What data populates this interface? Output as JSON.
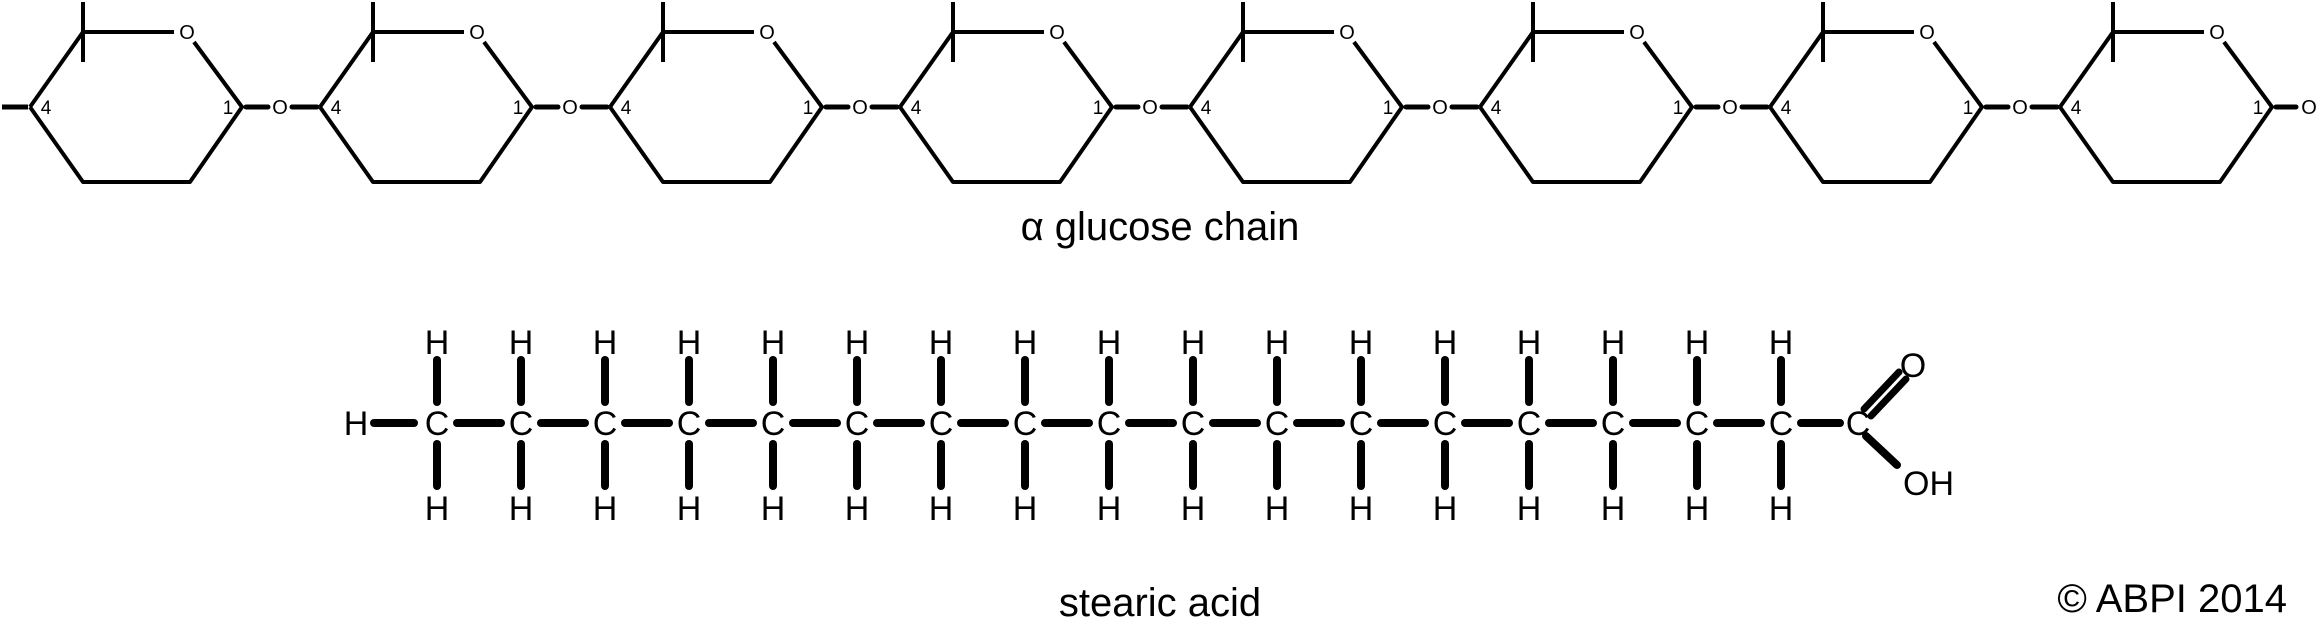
{
  "style": {
    "ink": "#000000",
    "background": "#ffffff"
  },
  "glucose_chain": {
    "caption": "α glucose chain",
    "ring_count": 8,
    "ring_labels": {
      "carbon_4": "4",
      "carbon_1": "1",
      "ring_oxygen": "O"
    },
    "glycosidic_oxygen_label": "O",
    "terminal_oxygen_label": "O"
  },
  "stearic_acid": {
    "caption": "stearic acid",
    "chain_carbon_count": 17,
    "total_carbon_count": 18,
    "terminal_hydrogen_label": "H",
    "hydrogen_label": "H",
    "carbon_label": "C",
    "carbonyl_oxygen_label": "O",
    "hydroxyl_label": "OH"
  },
  "footer": {
    "copyright": "© ABPI 2014"
  }
}
